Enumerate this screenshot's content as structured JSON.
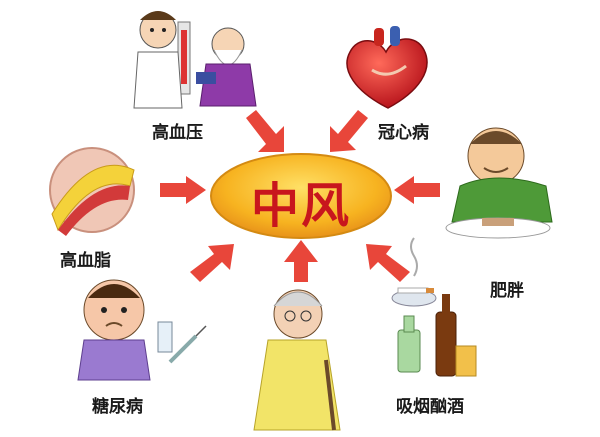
{
  "center": {
    "label": "中风"
  },
  "factors": [
    {
      "label": "高血压",
      "icon": "doctor-measuring-blood-pressure-icon"
    },
    {
      "label": "冠心病",
      "icon": "heart-icon"
    },
    {
      "label": "高血脂",
      "icon": "clogged-artery-icon"
    },
    {
      "label": "肥胖",
      "icon": "overweight-man-eating-icon"
    },
    {
      "label": "糖尿病",
      "icon": "sick-child-with-syringe-icon"
    },
    {
      "label": "",
      "icon": "elderly-woman-with-cane-icon"
    },
    {
      "label": "吸烟酗酒",
      "icon": "cigarettes-and-alcohol-icon"
    }
  ],
  "colors": {
    "arrow": "#e8463a",
    "center_fill": "#f6a818",
    "center_text": "#c8161d"
  }
}
